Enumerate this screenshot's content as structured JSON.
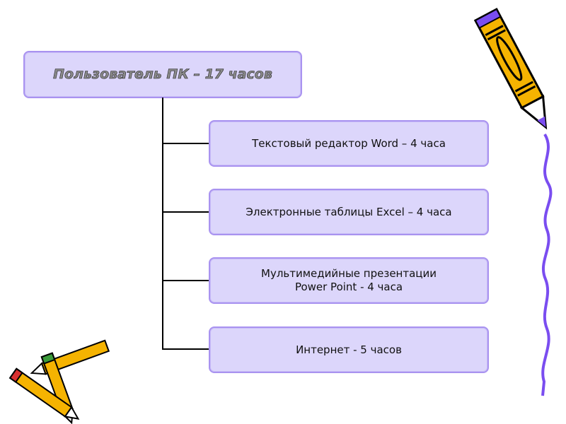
{
  "root": {
    "label": "Пользователь ПК – 17 часов"
  },
  "children": [
    {
      "label": "Текстовый редактор Word – 4 часа"
    },
    {
      "label": "Электронные таблицы Excel – 4 часа"
    },
    {
      "label_line1": "Мультимедийные презентации",
      "label_line2": "Power Point - 4 часа"
    },
    {
      "label": "Интернет - 5 часов"
    }
  ],
  "colors": {
    "box_fill": "#dcd6fb",
    "box_border": "#a993f0",
    "accent_purple": "#7a4df0",
    "pencil_yellow": "#f5b301"
  }
}
